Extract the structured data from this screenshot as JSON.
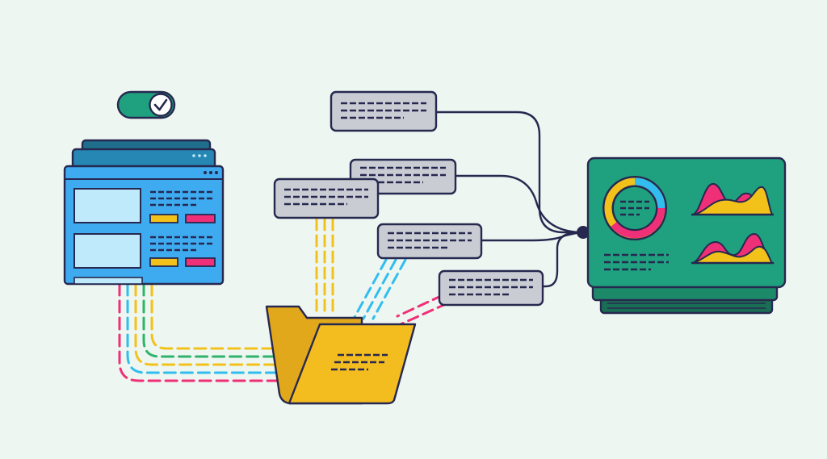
{
  "illustration": {
    "toggle": {
      "state": "on",
      "icon": "check-icon"
    },
    "source_app": {
      "panels": 2,
      "window_layers": 3
    },
    "folder": {
      "icon": "folder-icon"
    },
    "note_cards": 5,
    "hub": {
      "icon": "connector-dot-icon"
    },
    "dashboard": {
      "widgets": [
        "donut-chart-icon",
        "area-chart-icon",
        "area-chart-icon"
      ],
      "layers": 3
    }
  },
  "colors": {
    "background": "#edf6f0",
    "outline": "#27284f",
    "app_blue": "#3eaaf0",
    "app_panel": "#bfeafc",
    "app_back": "#1f6e8c",
    "folder_front": "#f3bc1f",
    "folder_back": "#e0a81a",
    "card_gray": "#c9cdd3",
    "dashboard_green": "#1fa07e",
    "dashboard_dark": "#1a6e55",
    "toggle_green": "#1fa07e",
    "accent_yellow": "#f2c21b",
    "accent_pink": "#ef2f77",
    "accent_cyan": "#32bdf0",
    "accent_green": "#2fb36b"
  }
}
